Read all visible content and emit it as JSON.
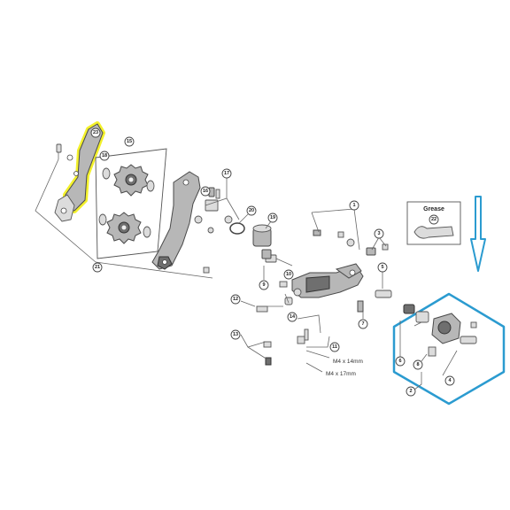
{
  "colors": {
    "highlight": "#f2ef14",
    "inset_border": "#2b9bd0",
    "arrow": "#2b9bd0",
    "part_fill": "#b7b7b7",
    "outline": "#4a4a4a"
  },
  "grease_box": {
    "title": "Grease",
    "callout": "22"
  },
  "dimensions": {
    "bolt_short": "M4 x 14mm",
    "bolt_long": "M4 x 17mm"
  },
  "callouts": {
    "c1": "1",
    "c2": "2",
    "c3": "3",
    "c4": "4",
    "c5": "5",
    "c6": "6",
    "c7": "7",
    "c8": "8",
    "c9": "9",
    "c10": "10",
    "c11": "11",
    "c12": "12",
    "c13": "13",
    "c14": "14",
    "c15": "15",
    "c16": "16",
    "c17": "17",
    "c18": "18",
    "c19": "19",
    "c20": "20",
    "c21": "21",
    "c23": "23"
  }
}
